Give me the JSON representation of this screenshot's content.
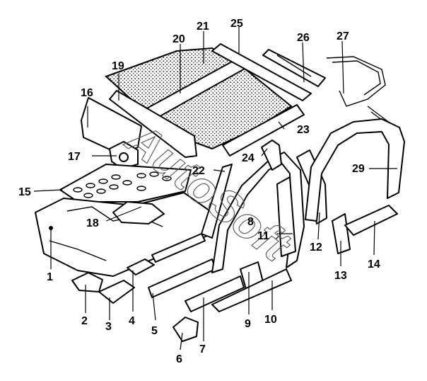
{
  "diagram": {
    "watermark": "AutoSoft",
    "callouts": [
      "1",
      "2",
      "3",
      "4",
      "5",
      "6",
      "7",
      "8",
      "9",
      "10",
      "11",
      "12",
      "13",
      "14",
      "15",
      "16",
      "17",
      "18",
      "19",
      "20",
      "21",
      "22",
      "23",
      "24",
      "25",
      "26",
      "27",
      "29"
    ]
  }
}
